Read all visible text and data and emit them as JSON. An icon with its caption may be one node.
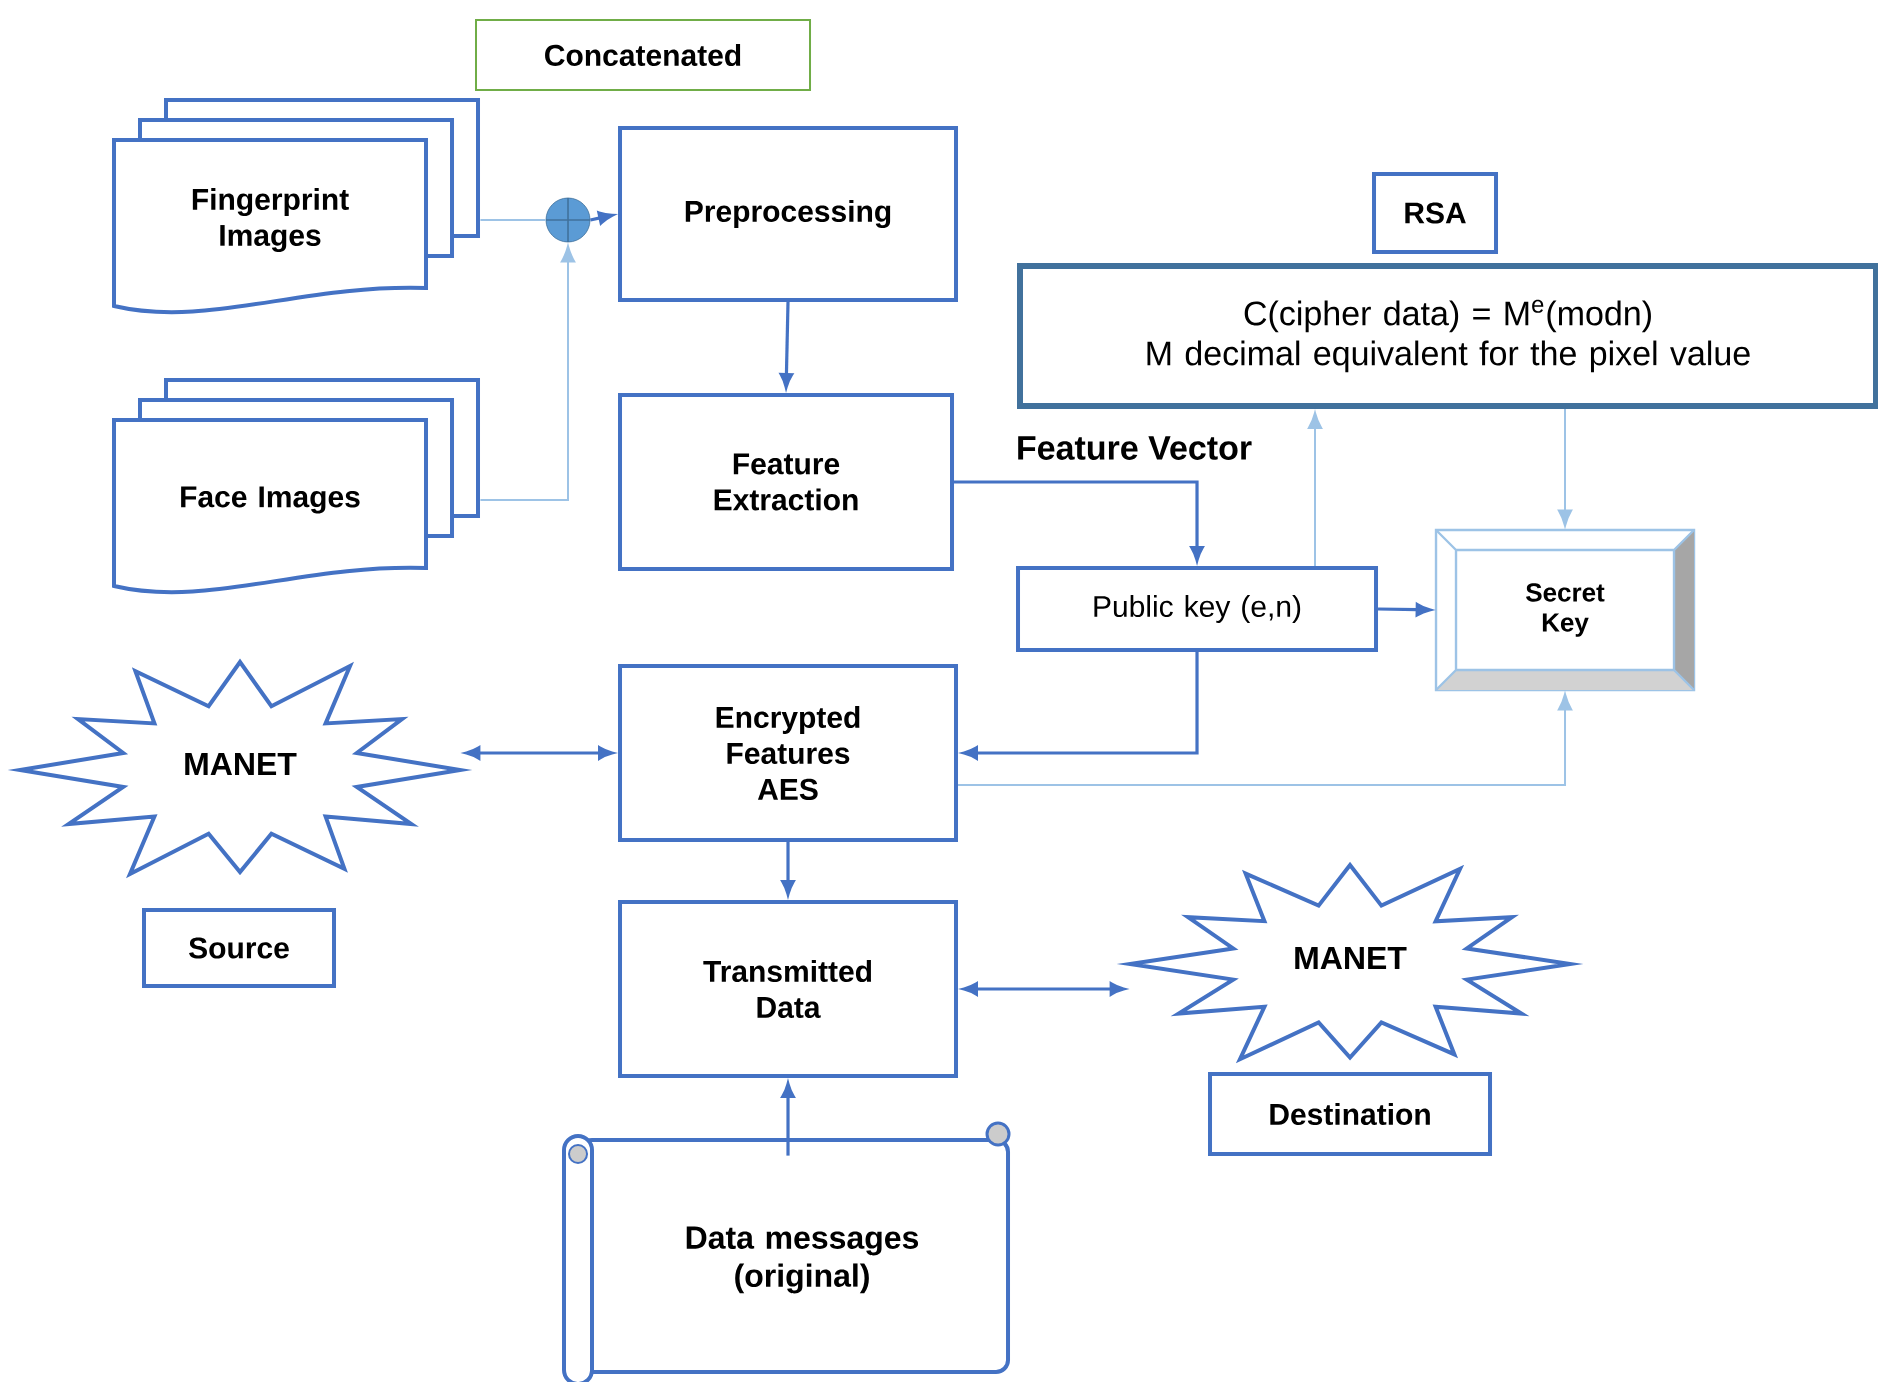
{
  "diagram": {
    "nodes": [
      {
        "text": [
          "Concatenated"
        ]
      },
      {
        "text": [
          "Fingerprint Images"
        ]
      },
      {
        "text": [
          "Face Images"
        ]
      },
      {
        "text": [],
        "shape": "circle"
      },
      {
        "text": [
          "Preprocessing"
        ]
      },
      {
        "text": [
          "Feature Extraction"
        ]
      },
      {
        "text": [
          "RSA"
        ]
      },
      {
        "text": [
          "C(cipher data) = M$^{e}$(modn)",
          "M decimal equivalent for the pixel value"
        ]
      },
      {
        "text": [
          "Public key (e,n)"
        ]
      },
      {
        "text": [
          "Secret Key"
        ]
      },
      {
        "text": [
          "Encrypted Features AES"
        ]
      },
      {
        "text": [
          "MANET"
        ]
      },
      {
        "text": [
          "Source"
        ]
      },
      {
        "text": [
          "Transmitted Data"
        ]
      },
      {
        "text": [
          "MANET"
        ]
      },
      {
        "text": [
          "Destination"
        ]
      },
      {
        "text": [
          "Data messages (original)"
        ]
      }
    ],
    "edges": [
      {
        "from": 1,
        "to": 3,
        "arrow": "none",
        "color": "#9dc3e6"
      },
      {
        "from": 2,
        "to": 3,
        "arrow": "to",
        "color": "#9dc3e6"
      },
      {
        "from": 3,
        "to": 4,
        "arrow": "to"
      },
      {
        "from": 4,
        "to": 5,
        "arrow": "to"
      },
      {
        "from": 5,
        "to": 8,
        "arrow": "to",
        "label": "Feature Vector"
      },
      {
        "from": 8,
        "to": 7,
        "arrow": "to",
        "color": "#9dc3e6"
      },
      {
        "from": 7,
        "to": 9,
        "arrow": "to",
        "color": "#9dc3e6"
      },
      {
        "from": 8,
        "to": 9,
        "arrow": "to"
      },
      {
        "from": 8,
        "to": 10,
        "arrow": "to"
      },
      {
        "from": 10,
        "to": 9,
        "arrow": "to",
        "color": "#9dc3e6"
      },
      {
        "from": 11,
        "to": 10,
        "arrow": "both"
      },
      {
        "from": 10,
        "to": 13,
        "arrow": "to"
      },
      {
        "from": 16,
        "to": 13,
        "arrow": "to"
      },
      {
        "from": 13,
        "to": 14,
        "arrow": "both"
      }
    ]
  }
}
